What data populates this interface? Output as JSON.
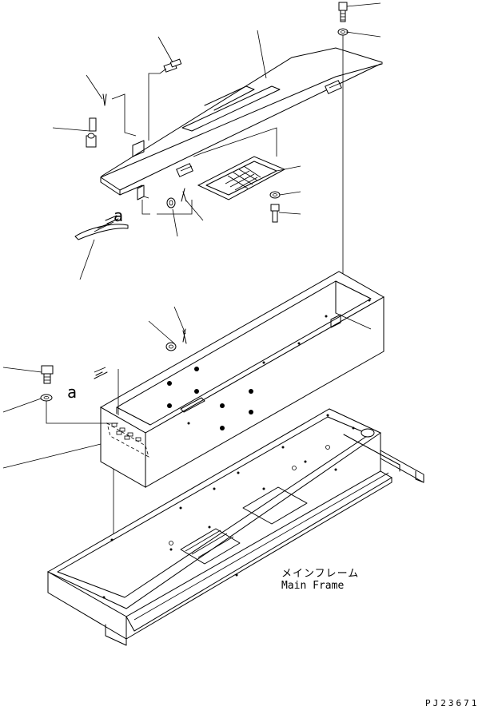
{
  "labels": {
    "jp_name": "メインフレーム",
    "en_name": "Main Frame",
    "detail_a_top": "a",
    "detail_a_bottom": "a",
    "part_code": "PJ23671"
  }
}
